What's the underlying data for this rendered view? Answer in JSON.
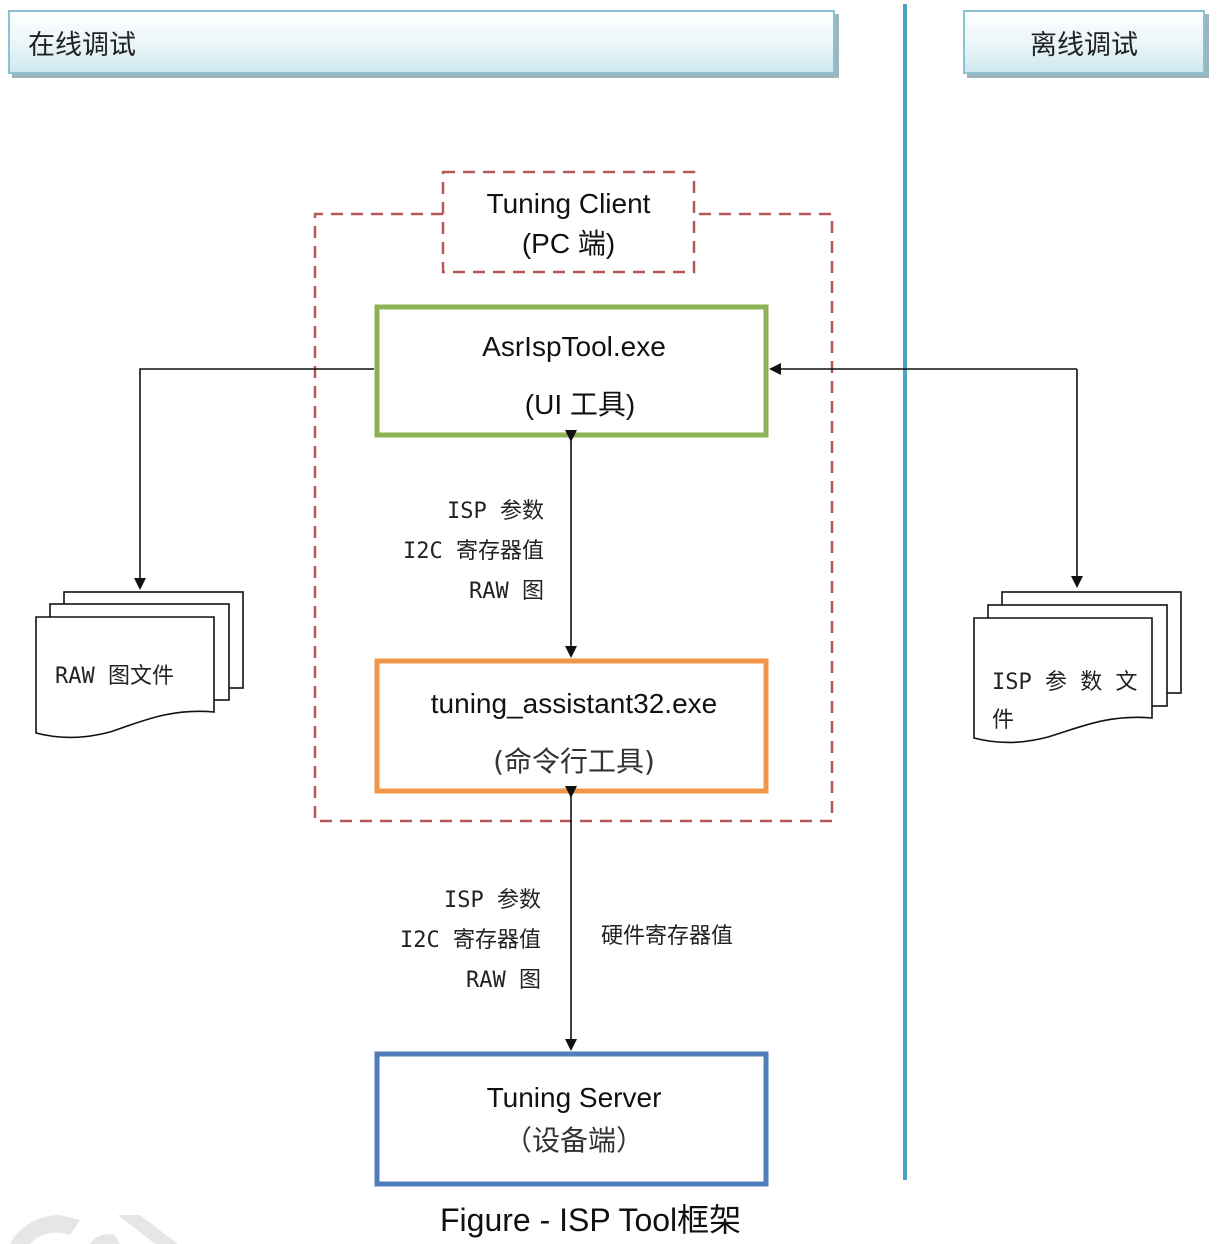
{
  "sections": {
    "online": {
      "title": "在线调试"
    },
    "offline": {
      "title": "离线调试"
    }
  },
  "client_group": {
    "title_line1": "Tuning Client",
    "title_line2": "(PC  端)"
  },
  "nodes": {
    "ui_tool": {
      "name": "AsrIspTool.exe",
      "subtitle": "(UI 工具)"
    },
    "cmd_tool": {
      "name": "tuning_assistant32.exe",
      "subtitle": "(命令行工具)"
    },
    "server": {
      "name": "Tuning Server",
      "subtitle": "（设备端）"
    },
    "raw_file": {
      "label": "RAW 图文件"
    },
    "isp_file": {
      "label_line1": "ISP  参 数 文",
      "label_line2": "件"
    }
  },
  "edges": {
    "ui_cmd": {
      "lines": [
        "ISP 参数",
        "I2C 寄存器值",
        "RAW 图"
      ]
    },
    "cmd_server_left": {
      "lines": [
        "ISP 参数",
        "I2C 寄存器值",
        "RAW 图"
      ]
    },
    "cmd_server_right": {
      "label": "硬件寄存器值"
    }
  },
  "caption": "Figure - ISP Tool框架",
  "colors": {
    "header_border": "#8cc3d3",
    "divider": "#4ba3c3",
    "client_dashed": "#b5585a",
    "ui_tool_border": "#8db255",
    "cmd_tool_border": "#f0954a",
    "server_border": "#4f7fba",
    "arrow": "#111111"
  }
}
